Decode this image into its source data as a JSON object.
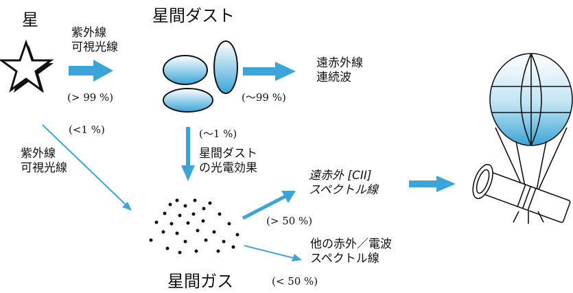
{
  "colors": {
    "accent": "#3aa5d6",
    "line": "#111111",
    "star_fill": "#ffffff"
  },
  "labels": {
    "star": "星",
    "uv_visible_top": "紫外線\n可視光線",
    "pct_gt99": "(> 99 %)",
    "dust": "星間ダスト",
    "far_ir_continuum": "遠赤外線\n連続波",
    "pct_99": "(〜99 %)",
    "pct_1": "(〜1 %)",
    "dust_photoelectric": "星間ダスト\nの光電効果",
    "pct_lt1": "(<1 %)",
    "uv_visible_left": "紫外線\n可視光線",
    "cii_line": "遠赤外 [CII]\nスペクトル線",
    "pct_gt50": "(> 50 %)",
    "other_lines": "他の赤外／電波\nスペクトル線",
    "pct_lt50": "(< 50 %)",
    "gas": "星間ガス"
  },
  "icons": [
    "star-icon",
    "dust-grain-icon",
    "gas-particles-icon",
    "balloon-telescope-icon"
  ]
}
